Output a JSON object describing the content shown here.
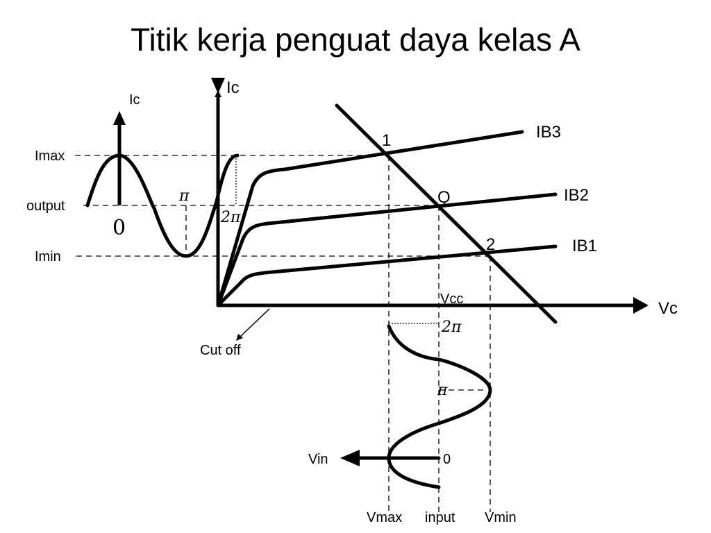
{
  "title": "Titik kerja penguat daya kelas A",
  "labels": {
    "ic_small": "Ic",
    "ic_axis": "Ic",
    "vc_axis": "Vc",
    "imax": "Imax",
    "output": "output",
    "imin": "Imin",
    "zero_output": "0",
    "pi_output": "π",
    "two_pi_output": "2π",
    "point_1": "1",
    "point_q": "Q",
    "point_2": "2",
    "ib3": "IB3",
    "ib2": "IB2",
    "ib1": "IB1",
    "vcc": "Vcc",
    "two_pi_input": "2π",
    "pi_input": "π",
    "zero_input": "0",
    "cut_off": "Cut off",
    "vin": "Vin",
    "vmax": "Vmax",
    "input": "input",
    "vmin": "Vmin"
  }
}
